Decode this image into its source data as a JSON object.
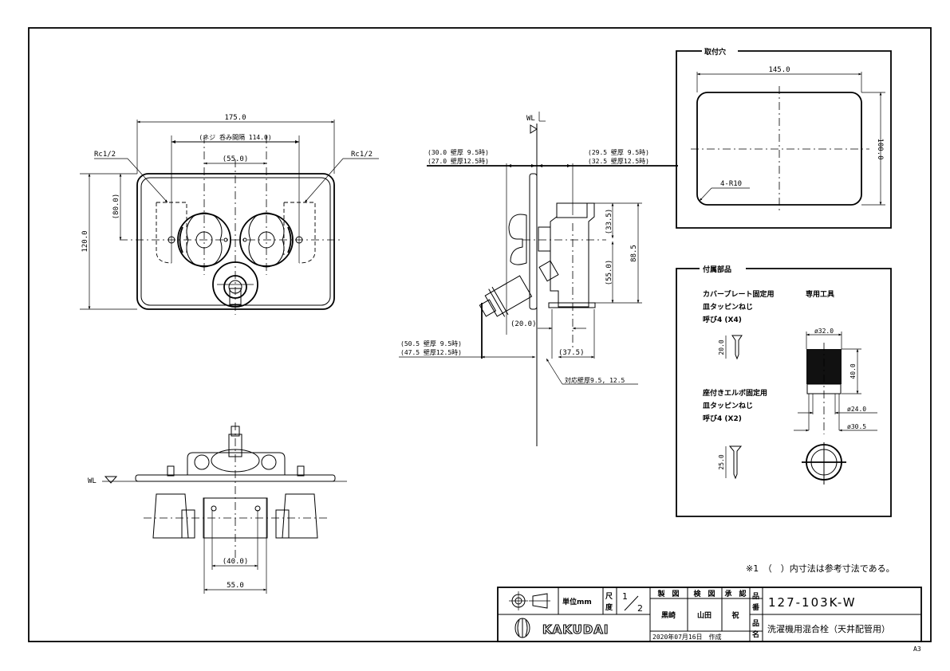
{
  "drawing": {
    "paper_size": "A3",
    "note": "※1　（　）内寸法は参考寸法である。"
  },
  "front_view": {
    "dim_width": "175.0",
    "dim_screw_pitch": "(ネジ 呑み間隔 114.0)",
    "dim_center": "(55.0)",
    "dim_height": "120.0",
    "dim_offset": "(80.0)",
    "thread_left": "Rc1/2",
    "thread_right": "Rc1/2"
  },
  "side_view": {
    "wl_label": "WL",
    "left_top_1": "(30.0 壁厚 9.5時)",
    "left_top_2": "(27.0 壁厚12.5時)",
    "right_top_1": "(29.5 壁厚 9.5時)",
    "right_top_2": "(32.5 壁厚12.5時)",
    "dim_upper": "(33.5)",
    "dim_lower": "(55.0)",
    "dim_total": "88.5",
    "dim_20": "(20.0)",
    "dim_37": "(37.5)",
    "bottom_left_1": "(50.5 壁厚 9.5時)",
    "bottom_left_2": "(47.5 壁厚12.5時)",
    "wall_note": "対応壁厚9.5, 12.5"
  },
  "bottom_view": {
    "wl_label": "WL",
    "dim_40": "(40.0)",
    "dim_55": "55.0"
  },
  "mounting_hole": {
    "title": "取付穴",
    "dim_width": "145.0",
    "dim_height": "100.0",
    "radius": "4-R10"
  },
  "accessories": {
    "title": "付属部品",
    "screw1_line1": "カバープレート固定用",
    "screw1_line2": "皿タッピンねじ",
    "screw1_line3": "呼び4 (X4)",
    "screw1_len": "20.0",
    "tool_title": "専用工具",
    "tool_d1": "ø32.0",
    "tool_h": "40.0",
    "tool_d2": "ø24.0",
    "tool_d3": "ø30.5",
    "screw2_line1": "座付きエルボ固定用",
    "screw2_line2": "皿タッピンねじ",
    "screw2_line3": "呼び4 (X2)",
    "screw2_len": "25.0"
  },
  "title_block": {
    "unit": "単位mm",
    "scale_label_1": "尺",
    "scale_label_2": "度",
    "scale_num": "1",
    "scale_den": "2",
    "drawn_label": "製　図",
    "checked_label": "検　図",
    "approved_label": "承　認",
    "drawn_by": "黒崎",
    "checked_by": "山田",
    "approved_by": "祝",
    "date": "2020年07月16日　作成",
    "part_no_label_1": "品",
    "part_no_label_2": "番",
    "part_no": "127-103K-W",
    "part_name_label_1": "品",
    "part_name_label_2": "名",
    "part_name": "洗濯機用混合栓（天井配管用）",
    "brand": "KAKUDAI"
  }
}
